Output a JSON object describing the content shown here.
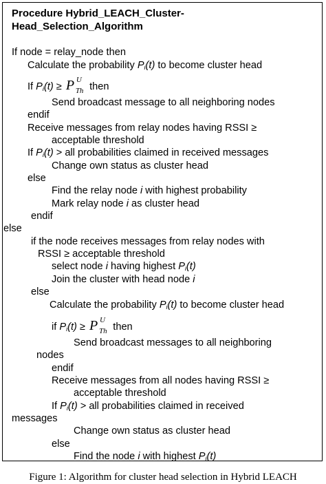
{
  "title": {
    "line1": "Procedure Hybrid_LEACH_Cluster-",
    "line2": "Head_Selection_Algorithm"
  },
  "lines": {
    "l1": "If node = relay_node then",
    "l2a": "Calculate the probability ",
    "l2b": " to become cluster head",
    "l3a": "If ",
    "l3b": " ≥ ",
    "l3c": " then",
    "l4": "Send broadcast message to all neighboring nodes",
    "l5": "endif",
    "l6": "Receive messages from relay nodes having RSSI ≥",
    "l7": "acceptable  threshold",
    "l8a": "If ",
    "l8b": "  > all probabilities claimed in received messages",
    "l9": "Change own status as cluster head",
    "l10": "else",
    "l11a": "Find the relay node ",
    "l11b": " with highest probability",
    "l12a": "Mark relay node ",
    "l12b": " as cluster head",
    "l13": "endif",
    "l14": "else",
    "l15": "if the node receives messages from relay nodes with",
    "l16": "RSSI ≥ acceptable  threshold",
    "l17a": "select node ",
    "l17b": " having highest  ",
    "l18a": "Join the cluster with head node ",
    "l19": "else",
    "l20a": "Calculate the probability ",
    "l20b": " to become cluster head",
    "l21a": "if ",
    "l21b": " ≥ ",
    "l21c": " then",
    "l22": "Send broadcast messages to all neighboring",
    "l23": "nodes",
    "l24": "endif",
    "l25": "Receive messages from all nodes having RSSI ≥",
    "l26": "acceptable  threshold",
    "l27a": "If ",
    "l27b": "  > all probabilities claimed in received",
    "l28": "messages",
    "l29": "Change own status as cluster head",
    "l30": "else",
    "l31a": "Find the node ",
    "l31b": " with highest "
  },
  "math": {
    "P": "P",
    "i": "i",
    "t": "(t)",
    "threshold_base": "P",
    "threshold_sup": "U",
    "threshold_sub": "Th"
  },
  "caption": "Figure 1: Algorithm for cluster head selection in Hybrid LEACH"
}
